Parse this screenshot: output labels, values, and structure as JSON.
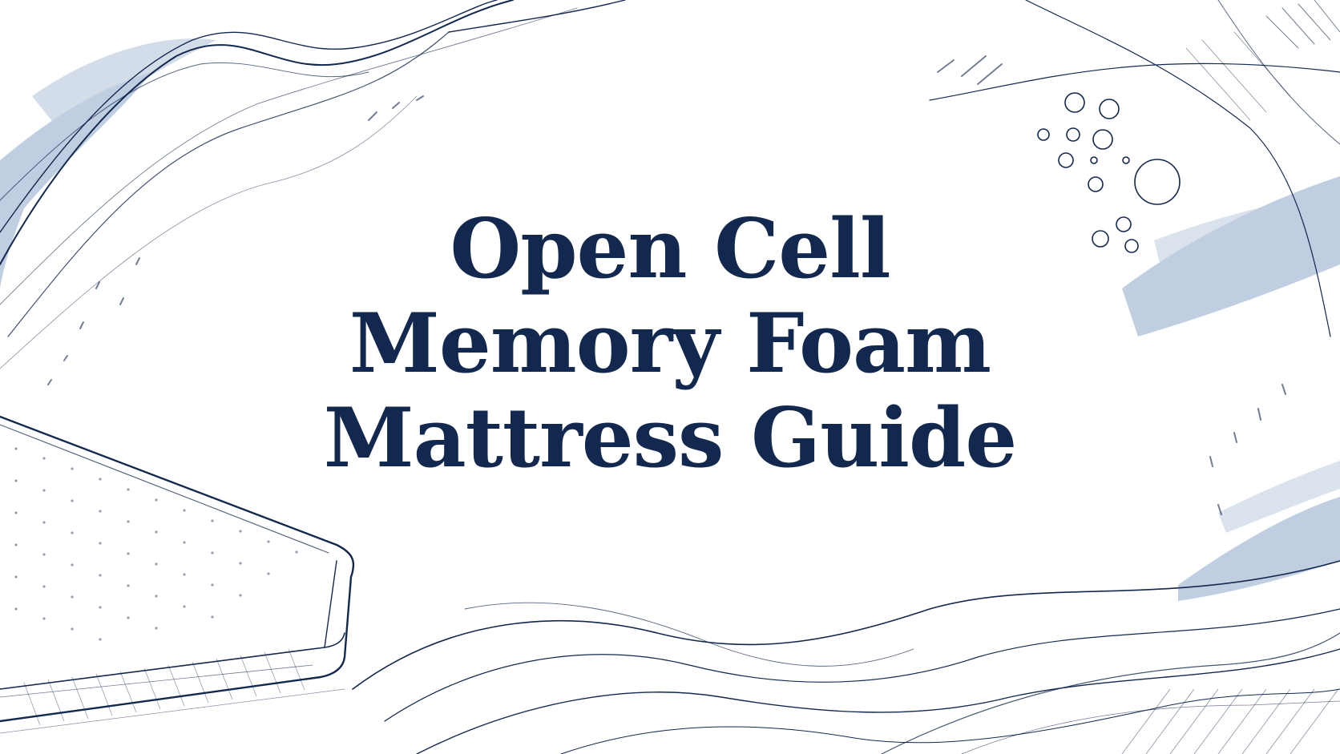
{
  "title": {
    "lines": [
      "Open Cell",
      "Memory Foam",
      "Mattress Guide"
    ]
  },
  "colors": {
    "ink": "#13284f",
    "wash": "#8da6c8",
    "background": "#ffffff"
  }
}
